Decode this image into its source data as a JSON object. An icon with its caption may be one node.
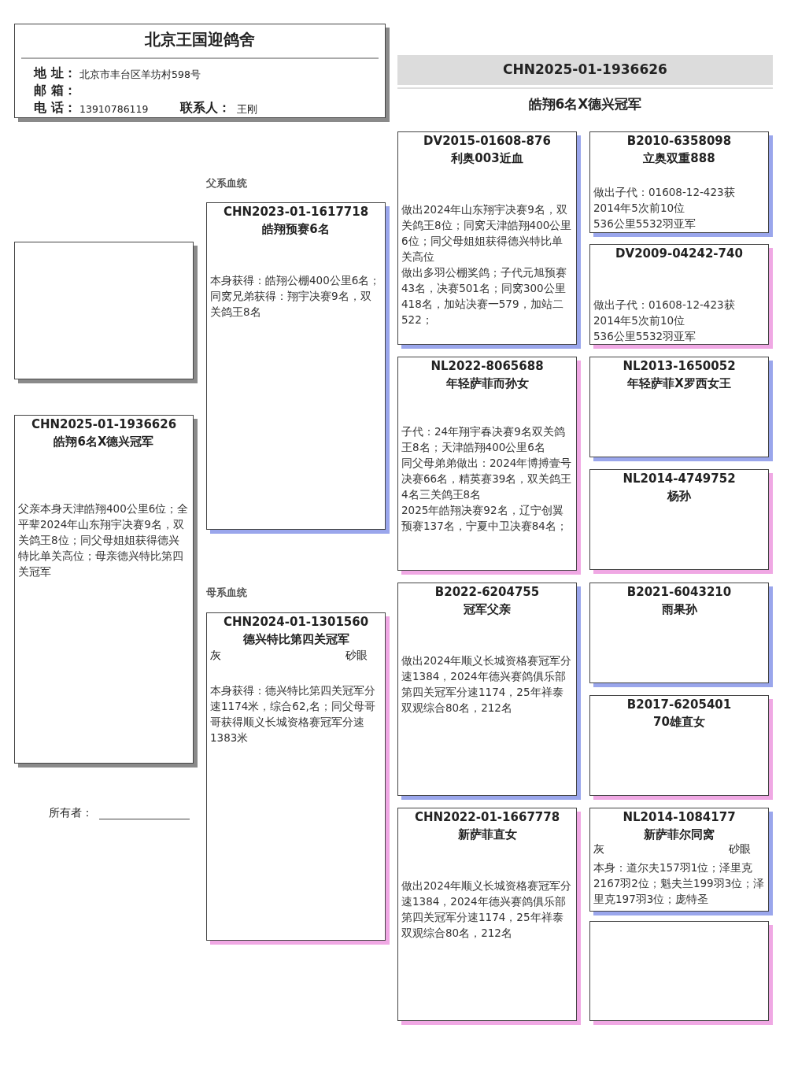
{
  "diagram": {
    "nodes": [
      {
        "text": [
          "北京王国迎鸽舍",
          "地 址：",
          "北京市丰台区羊坊村598号",
          "邮 箱：",
          "电 话：",
          "13910786119",
          "联系人：",
          "王刚"
        ]
      },
      {
        "text": [
          "CHN2025-01-1936626"
        ]
      },
      {
        "text": [],
        "shape": "box"
      },
      {
        "text": [
          "CHN2025-01-1936626",
          "皓翔6名X德兴冠军",
          "父亲本身天津皓翔400公里6位；全平辈2024年山东翔宇决赛9名，双关鸽王8位；同父母姐姐获得德兴特比单关高位；母亲德兴特比第四关冠军"
        ]
      },
      {
        "text": [
          "CHN2023-01-1617718",
          "皓翔预赛6名",
          "本身获得：皓翔公棚400公里6名；同窝兄弟获得：翔宇决赛9名，双关鸽王8名"
        ],
        "beside": [
          "父系血统"
        ]
      },
      {
        "text": [
          "CHN2024-01-1301560",
          "德兴特比第四关冠军",
          "灰",
          "砂眼",
          "本身获得：德兴特比第四关冠军分速1174米，综合62,名；同父母哥哥获得顺义长城资格赛冠军分速1383米"
        ],
        "beside": [
          "母系血统"
        ]
      },
      {
        "text": [
          "DV2015-01608-876",
          "利奥003近血",
          "做出2024年山东翔宇决赛9名，双关鸽王8位；同窝天津皓翔400公里6位；同父母姐姐获得德兴特比单关高位",
          "做出多羽公棚奖鸽；子代元旭预赛43名，决赛501名；同窝300公里418名，加站决赛一579，加站二522；"
        ]
      },
      {
        "text": [
          "B2010-6358098",
          "立奥双重888",
          "做出子代：01608-12-423获",
          "2014年5次前10位",
          "536公里5532羽亚军"
        ]
      },
      {
        "text": [
          "DV2009-04242-740",
          "做出子代：01608-12-423获",
          "2014年5次前10位",
          "536公里5532羽亚军"
        ]
      },
      {
        "text": [
          "NL2022-8065688",
          "年轻萨菲而孙女",
          "子代：24年翔宇春决赛9名双关鸽王8名；天津皓翔400公里6名",
          "同父母弟弟做出：2024年博搏壹号决赛66名，精英赛39名，双关鸽王4名三关鸽王8名",
          "2025年皓翔决赛92名，辽宁创翼预赛137名，宁夏中卫决赛84名；"
        ]
      },
      {
        "text": [
          "NL2013-1650052",
          "年轻萨菲X罗西女王"
        ]
      },
      {
        "text": [
          "NL2014-4749752",
          "杨孙"
        ]
      },
      {
        "text": [
          "B2022-6204755",
          "冠军父亲",
          "做出2024年顺义长城资格赛冠军分速1384，2024年德兴赛鸽俱乐部第四关冠军分速1174，25年祥泰双观综合80名，212名"
        ]
      },
      {
        "text": [
          "B2021-6043210",
          "雨果孙"
        ]
      },
      {
        "text": [
          "B2017-6205401",
          "70雄直女"
        ]
      },
      {
        "text": [
          "CHN2022-01-1667778",
          "新萨菲直女",
          "做出2024年顺义长城资格赛冠军分速1384，2024年德兴赛鸽俱乐部第四关冠军分速1174，25年祥泰双观综合80名，212名"
        ]
      },
      {
        "text": [
          "NL2014-1084177",
          "新萨菲尔同窝",
          "灰",
          "砂眼",
          "本身：道尔夫157羽1位；泽里克2167羽2位；魁夫兰199羽3位；泽里克197羽3位；庞特圣"
        ]
      },
      {
        "text": [],
        "shape": "box"
      }
    ],
    "labels": [
      "皓翔6名X德兴冠军",
      "所有者："
    ]
  }
}
